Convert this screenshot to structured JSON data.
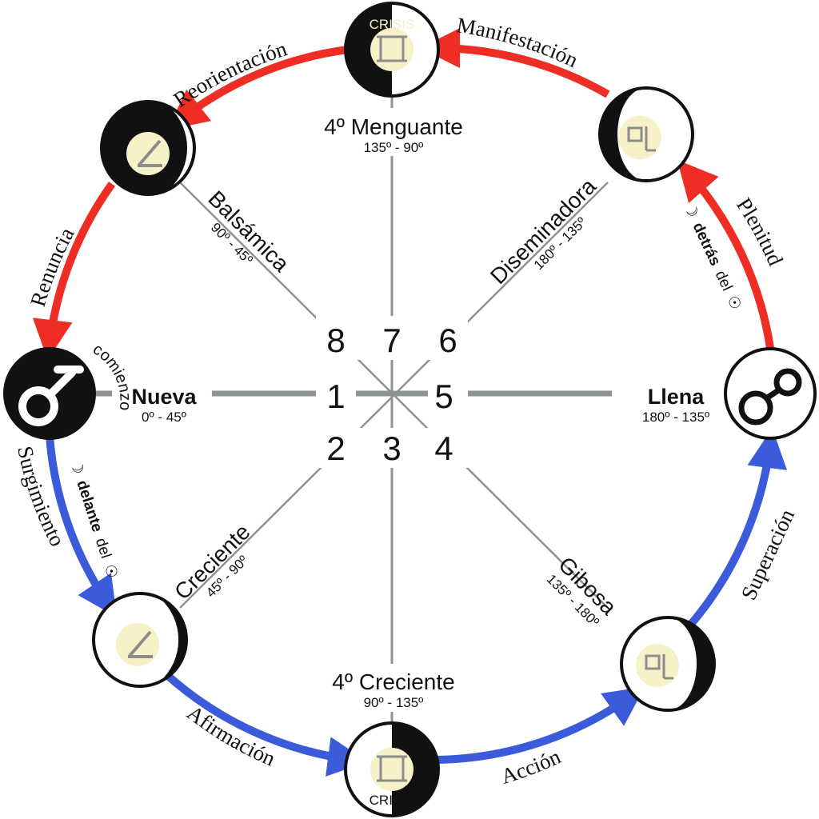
{
  "numbers": [
    "1",
    "2",
    "3",
    "4",
    "5",
    "6",
    "7",
    "8"
  ],
  "phases": {
    "nueva": {
      "name": "Nueva",
      "range": "0º - 45º",
      "side": "comienzo"
    },
    "creciente": {
      "name": "Creciente",
      "range": "45º - 90º"
    },
    "cuarto_creciente": {
      "name": "4º Creciente",
      "range": "90º - 135º"
    },
    "gibosa": {
      "name": "Gibosa",
      "range": "135º - 180º"
    },
    "llena": {
      "name": "Llena",
      "range": "180º - 135º"
    },
    "diseminadora": {
      "name": "Diseminadora",
      "range": "180º - 135º"
    },
    "cuarto_menguante": {
      "name": "4º Menguante",
      "range": "135º - 90º"
    },
    "balsamica": {
      "name": "Balsámica",
      "range": "90º - 45º"
    }
  },
  "arcs": {
    "surgimiento": "Surgimiento",
    "afirmacion": "Afirmación",
    "accion": "Acción",
    "superacion": "Superación",
    "plenitud": "Plenitud",
    "manifestacion": "Manifestación",
    "reorientacion": "Reorientación",
    "renuncia": "Renuncia"
  },
  "notes": {
    "delante": {
      "moon": "☽",
      "bold": "delante",
      "rest": "del",
      "sun": "☉"
    },
    "detras": {
      "moon": "☽",
      "bold": "detrás",
      "rest": "del",
      "sun": "☉"
    }
  },
  "crisis": {
    "top": "CRISIS",
    "bottom": "CRISIS"
  },
  "colors": {
    "waxing": "#3b5bdb",
    "waning": "#ee2d24",
    "spoke": "#8c9394",
    "moon_dark": "#111111",
    "glyph_bg": "#f7f1c7"
  },
  "icons": {
    "conjunction": "conjunction-glyph-icon",
    "opposition": "opposition-glyph-icon",
    "square": "square-glyph-icon",
    "semisextile": "semisquare-glyph-icon",
    "sesquiquadrate": "sesquiquadrate-glyph-icon"
  }
}
